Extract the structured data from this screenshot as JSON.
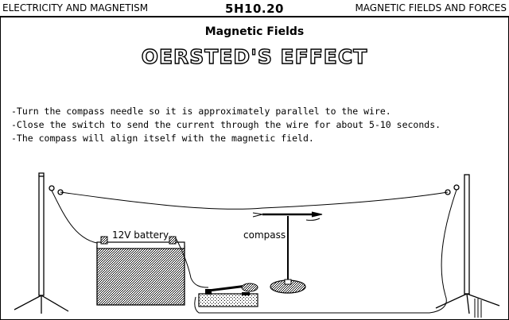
{
  "header": {
    "left": "ELECTRICITY AND MAGNETISM",
    "center": "5H10.20",
    "right": "MAGNETIC FIELDS AND FORCES"
  },
  "subtitle": "Magnetic Fields",
  "title": "OERSTED'S EFFECT",
  "instructions": [
    "-Turn the compass needle so it is approximately parallel to the wire.",
    "-Close the switch to send the current through the wire for about 5-10 seconds.",
    "-The compass will align itself with the magnetic field."
  ],
  "labels": {
    "battery": "12V battery",
    "compass": "compass"
  }
}
